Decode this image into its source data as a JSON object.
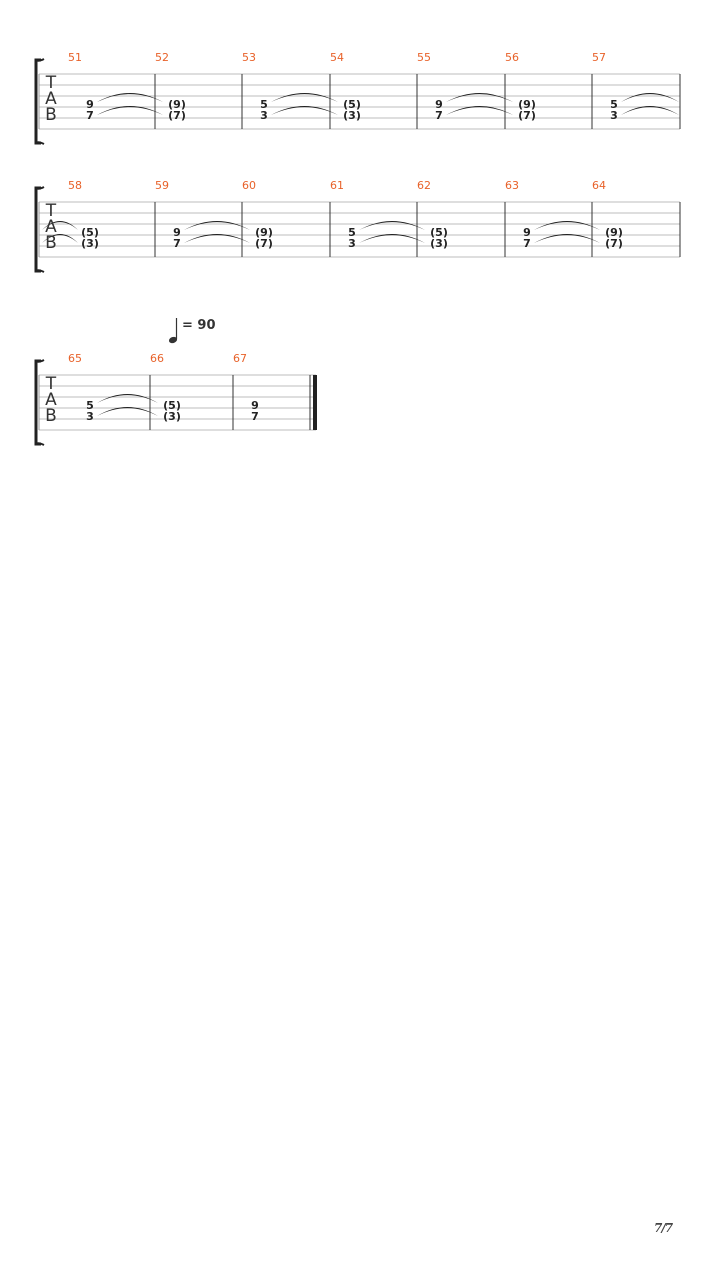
{
  "tab_clef": [
    "T",
    "A",
    "B"
  ],
  "tempo": {
    "text": "= 90",
    "icon": "quarter-note-icon"
  },
  "page_number": "7/7",
  "accent_color": "#e8622a",
  "systems": [
    {
      "measures": [
        {
          "number": "51",
          "top": "9",
          "bottom": "7"
        },
        {
          "number": "52",
          "top": "(9)",
          "bottom": "(7)"
        },
        {
          "number": "53",
          "top": "5",
          "bottom": "3"
        },
        {
          "number": "54",
          "top": "(5)",
          "bottom": "(3)"
        },
        {
          "number": "55",
          "top": "9",
          "bottom": "7"
        },
        {
          "number": "56",
          "top": "(9)",
          "bottom": "(7)"
        },
        {
          "number": "57",
          "top": "5",
          "bottom": "3"
        }
      ]
    },
    {
      "measures": [
        {
          "number": "58",
          "top": "(5)",
          "bottom": "(3)"
        },
        {
          "number": "59",
          "top": "9",
          "bottom": "7"
        },
        {
          "number": "60",
          "top": "(9)",
          "bottom": "(7)"
        },
        {
          "number": "61",
          "top": "5",
          "bottom": "3"
        },
        {
          "number": "62",
          "top": "(5)",
          "bottom": "(3)"
        },
        {
          "number": "63",
          "top": "9",
          "bottom": "7"
        },
        {
          "number": "64",
          "top": "(9)",
          "bottom": "(7)"
        }
      ]
    },
    {
      "measures": [
        {
          "number": "65",
          "top": "5",
          "bottom": "3"
        },
        {
          "number": "66",
          "top": "(5)",
          "bottom": "(3)"
        },
        {
          "number": "67",
          "top": "9",
          "bottom": "7"
        }
      ]
    }
  ]
}
